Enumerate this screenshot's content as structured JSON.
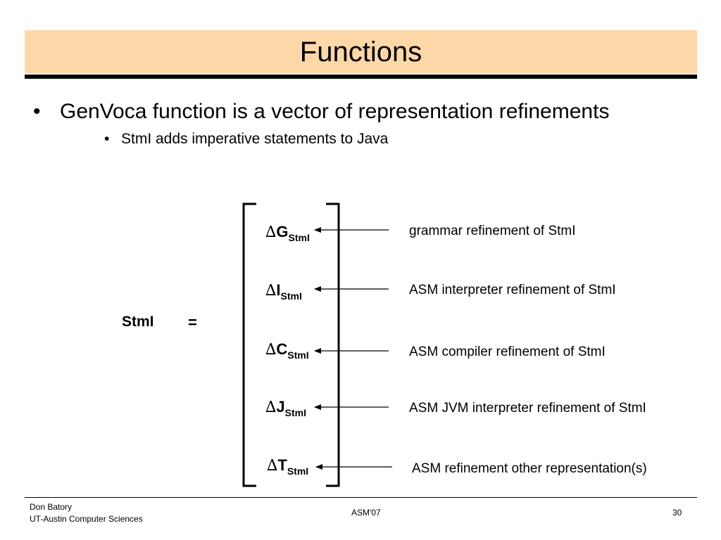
{
  "slide": {
    "title": "Functions",
    "bullets": [
      {
        "marker": "•",
        "text": "GenVoca function is a vector of representation refinements"
      }
    ],
    "sub_bullets": [
      {
        "marker": "•",
        "text": "StmI adds imperative statements to Java"
      }
    ]
  },
  "equation": {
    "lhs": "StmI",
    "equals": "=",
    "delta_symbol": "∆",
    "entries": [
      {
        "letter": "G",
        "subscript": "StmI",
        "description": "grammar refinement of StmI"
      },
      {
        "letter": "I",
        "subscript": "StmI",
        "description": "ASM interpreter refinement of StmI"
      },
      {
        "letter": "C",
        "subscript": "StmI",
        "description": "ASM compiler refinement of StmI"
      },
      {
        "letter": "J",
        "subscript": "StmI",
        "description": "ASM JVM interpreter refinement of StmI"
      },
      {
        "letter": "T",
        "subscript": "StmI",
        "description": "ASM refinement other representation(s)"
      }
    ]
  },
  "footer": {
    "author": "Don Batory",
    "affiliation": "UT-Austin Computer Sciences",
    "event": "ASM'07",
    "page_number": "30"
  },
  "colors": {
    "title_band": "#fdd7a8",
    "rule": "#000000"
  }
}
